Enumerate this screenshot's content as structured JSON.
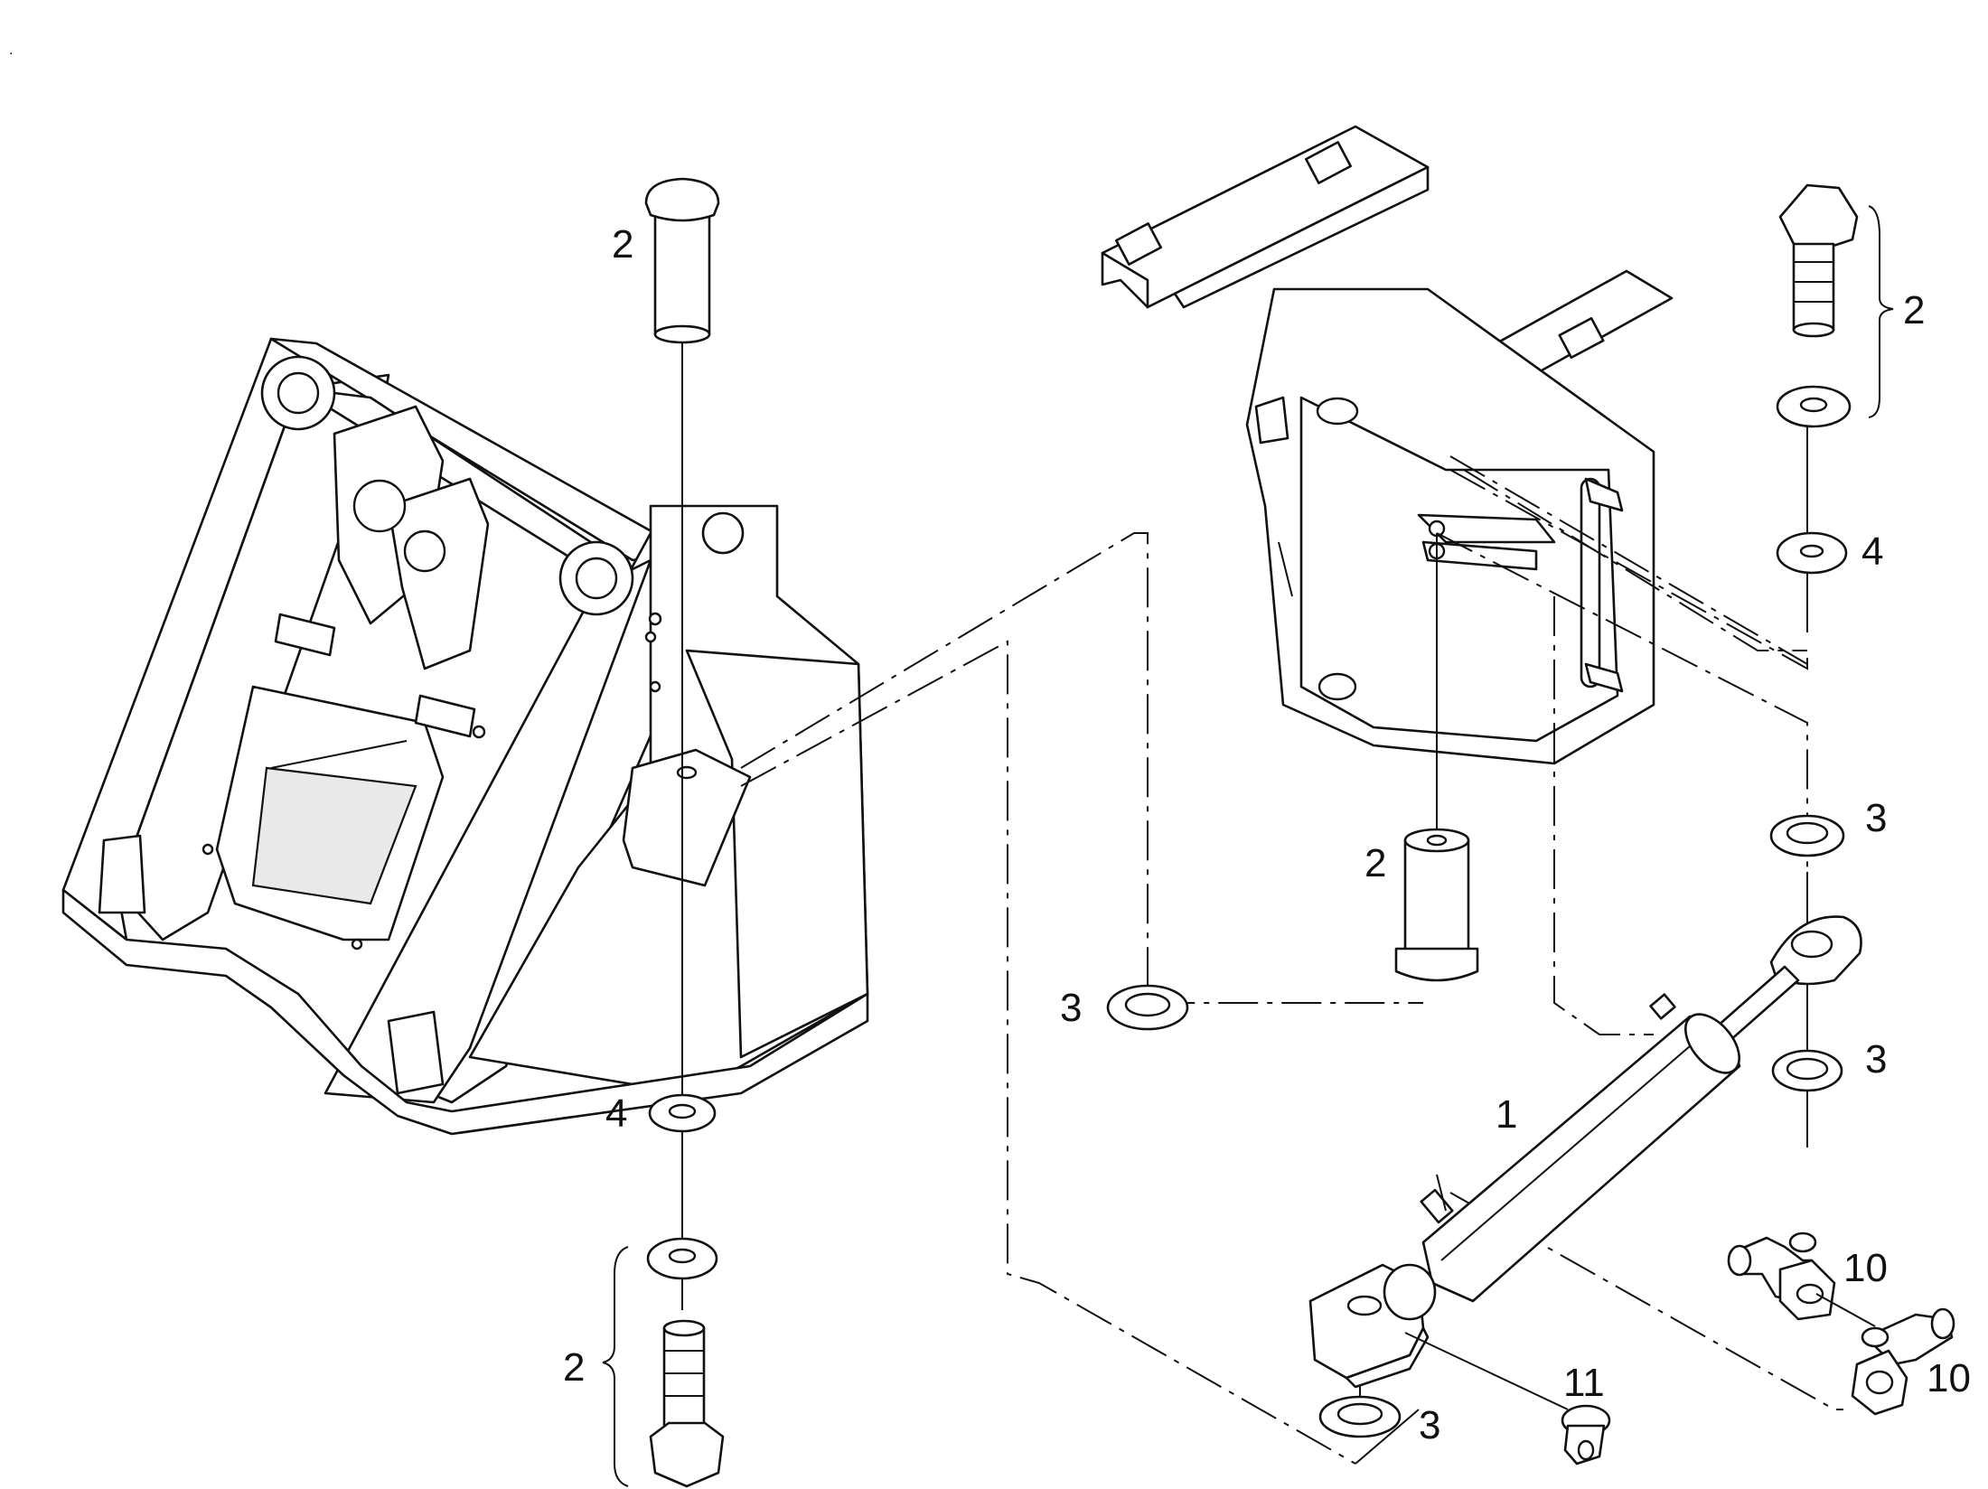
{
  "corner_mark": ".",
  "callouts": {
    "pin_top_left": "2",
    "bolt_top_right": "2",
    "washer_top_right": "4",
    "pin_center": "2",
    "washer_upper_right": "3",
    "washer_right": "3",
    "washer_left_center": "3",
    "cylinder": "1",
    "washer_left_lower": "4",
    "bolt_bottom_left": "2",
    "washer_bottom": "3",
    "grease_nipple": "11",
    "tee_fitting_upper": "10",
    "tee_fitting_lower": "10"
  }
}
